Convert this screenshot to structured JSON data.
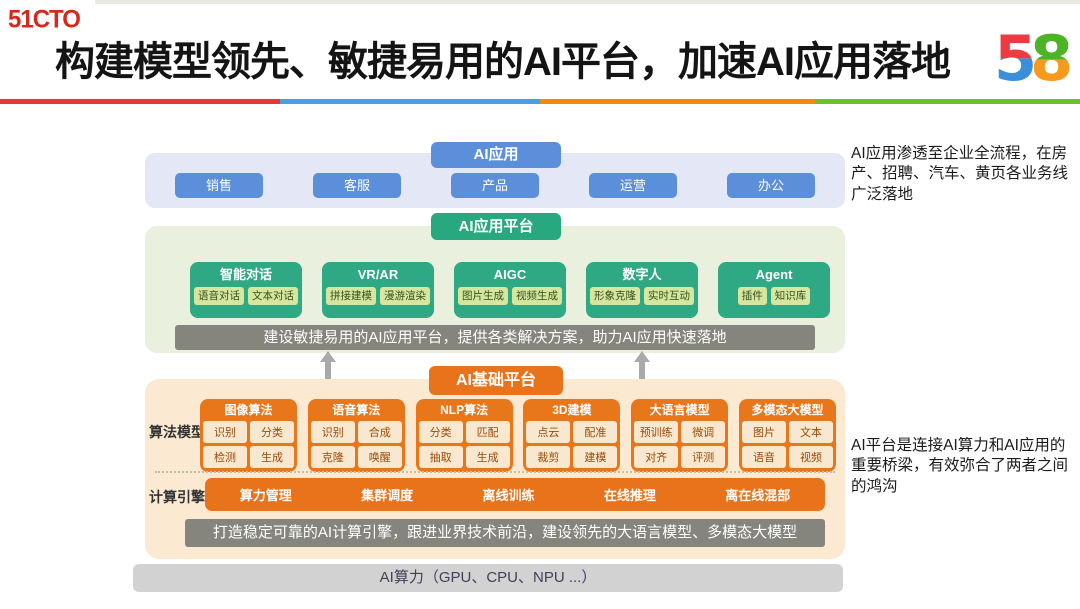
{
  "header": {
    "logo_51cto": "51CTO",
    "title": "构建模型领先、敏捷易用的AI平台，加速AI应用落地",
    "logo_58": {
      "five": "5",
      "eight": "8"
    }
  },
  "annotations": {
    "top": "AI应用渗透至企业全流程，在房产、招聘、汽车、黄页各业务线广泛落地",
    "bottom": "AI平台是连接AI算力和AI应用的重要桥梁，有效弥合了两者之间的鸿沟"
  },
  "ai_app": {
    "tab": "AI应用",
    "items": [
      "销售",
      "客服",
      "产品",
      "运营",
      "办公"
    ]
  },
  "ai_app_platform": {
    "tab": "AI应用平台",
    "cards": [
      {
        "title": "智能对话",
        "subs": [
          "语音对话",
          "文本对话"
        ]
      },
      {
        "title": "VR/AR",
        "subs": [
          "拼接建模",
          "漫游渲染"
        ]
      },
      {
        "title": "AIGC",
        "subs": [
          "图片生成",
          "视频生成"
        ]
      },
      {
        "title": "数字人",
        "subs": [
          "形象克隆",
          "实时互动"
        ]
      },
      {
        "title": "Agent",
        "subs": [
          "插件",
          "知识库"
        ]
      }
    ],
    "summary": "建设敏捷易用的AI应用平台，提供各类解决方案，助力AI应用快速落地"
  },
  "ai_base_platform": {
    "tab": "AI基础平台",
    "algo_label": "算法模型",
    "algo_cards": [
      {
        "title": "图像算法",
        "subs": [
          "识别",
          "分类",
          "检测",
          "生成"
        ]
      },
      {
        "title": "语音算法",
        "subs": [
          "识别",
          "合成",
          "克隆",
          "唤醒"
        ]
      },
      {
        "title": "NLP算法",
        "subs": [
          "分类",
          "匹配",
          "抽取",
          "生成"
        ]
      },
      {
        "title": "3D建模",
        "subs": [
          "点云",
          "配准",
          "裁剪",
          "建模"
        ]
      },
      {
        "title": "大语言模型",
        "subs": [
          "预训练",
          "微调",
          "对齐",
          "评测"
        ]
      },
      {
        "title": "多模态大模型",
        "subs": [
          "图片",
          "文本",
          "语音",
          "视频"
        ]
      }
    ],
    "engine_label": "计算引擎",
    "engine_items": [
      "算力管理",
      "集群调度",
      "离线训练",
      "在线推理",
      "离在线混部"
    ],
    "summary": "打造稳定可靠的AI计算引擎，跟进业界技术前沿，建设领先的大语言模型、多模态大模型"
  },
  "compute_bar": "AI算力（GPU、CPU、NPU ...）",
  "colors": {
    "logo_51cto": "#D6281E",
    "logo_58": [
      "#EE3B43",
      "#3B8FD8",
      "#4DB426",
      "#F59A1C"
    ],
    "underline": [
      "#E23B30",
      "#4A9EE3",
      "#F08C00",
      "#6CBF2D"
    ],
    "accent_blue": "#5B8FD9",
    "panel_blue": "#E4E8F6",
    "accent_teal": "#28A87E",
    "panel_green": "#E9F0DE",
    "chip_green": "#D6E69E",
    "accent_orange": "#E8731B",
    "panel_orange": "#FBE9D2",
    "chip_cream": "#F8E8D0",
    "summary_gray": "#85857D",
    "compute_gray": "#D2D2D2"
  }
}
